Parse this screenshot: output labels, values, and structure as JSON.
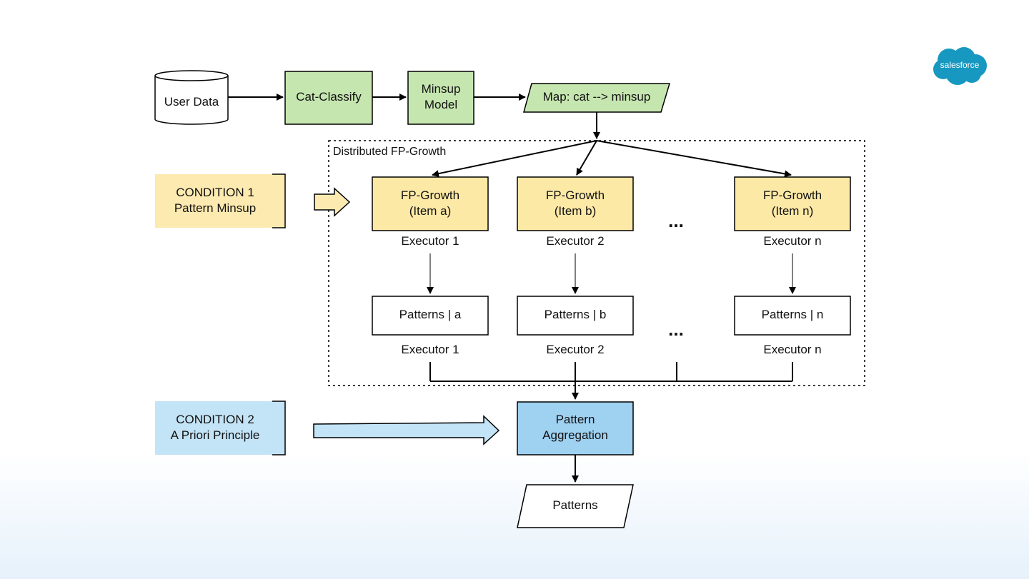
{
  "logo": {
    "text": "salesforce"
  },
  "pipeline": {
    "user_data": "User Data",
    "cat_classify": "Cat-Classify",
    "minsup_model": [
      "Minsup",
      "Model"
    ],
    "map": "Map: cat --> minsup"
  },
  "distributed": {
    "title": "Distributed FP-Growth",
    "ellipsis": "...",
    "fp_growth": [
      {
        "lines": [
          "FP-Growth",
          "(Item a)"
        ],
        "executor": "Executor 1"
      },
      {
        "lines": [
          "FP-Growth",
          "(Item b)"
        ],
        "executor": "Executor 2"
      },
      {
        "lines": [
          "FP-Growth",
          "(Item n)"
        ],
        "executor": "Executor n"
      }
    ],
    "patterns": [
      {
        "label": "Patterns | a",
        "executor": "Executor 1"
      },
      {
        "label": "Patterns | b",
        "executor": "Executor 2"
      },
      {
        "label": "Patterns | n",
        "executor": "Executor n"
      }
    ]
  },
  "condition1": [
    "CONDITION 1",
    "Pattern Minsup"
  ],
  "condition2": [
    "CONDITION 2",
    "A Priori Principle"
  ],
  "aggregation": [
    "Pattern",
    "Aggregation"
  ],
  "output": "Patterns",
  "colors": {
    "green": "#c6e6b0",
    "yellow": "#fde9a6",
    "yellow_cond": "#fdeab0",
    "blue": "#9fd1f1",
    "blue_cond": "#c3e3f6",
    "logo": "#1798c1"
  }
}
